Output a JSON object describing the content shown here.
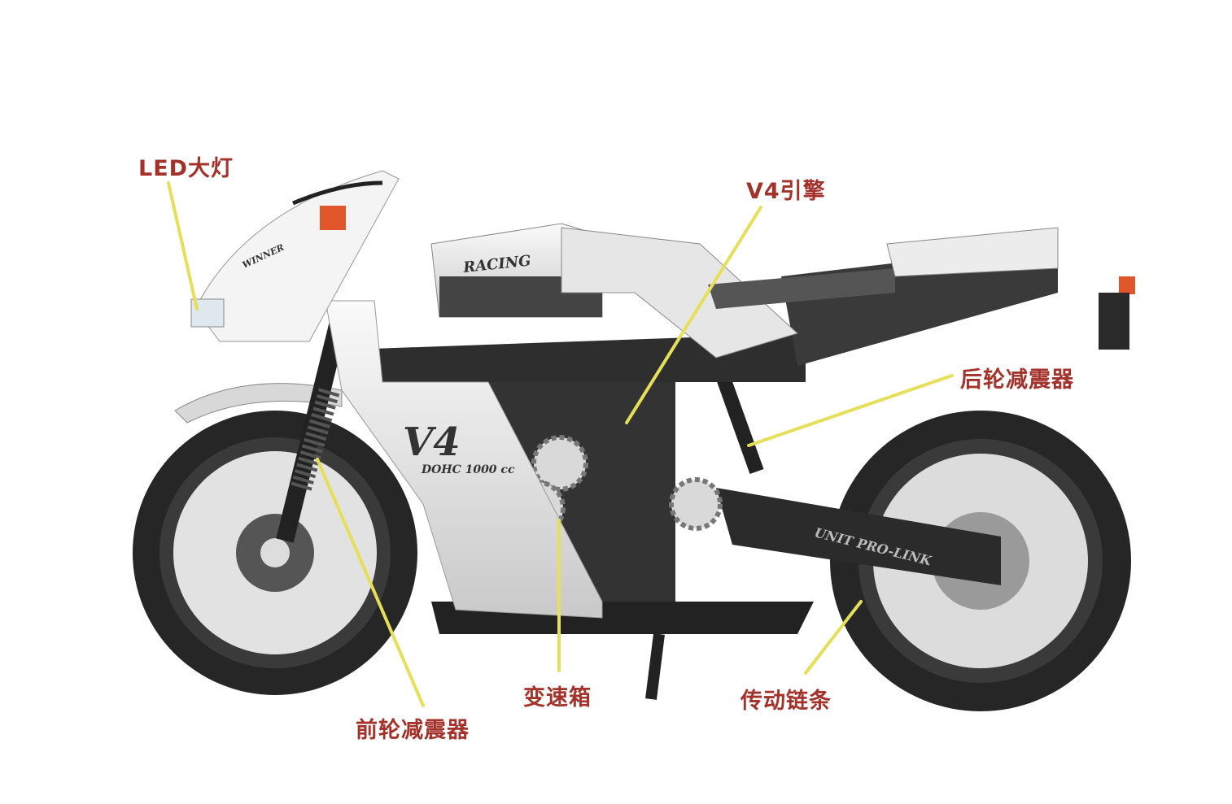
{
  "labels": {
    "led_headlight": "LED大灯",
    "v4_engine": "V4引擎",
    "rear_shock": "后轮减震器",
    "front_shock": "前轮减震器",
    "gearbox": "变速箱",
    "drive_chain": "传动链条"
  },
  "bike_markings": {
    "tank": "RACING",
    "fairing_model": "V4",
    "fairing_spec": "DOHC  1000 cc",
    "swingarm": "UNIT PRO-LINK",
    "windscreen": "WINNER"
  },
  "colors": {
    "label": "#a3322b",
    "leader_line": "#e6df5a",
    "body_white": "#f2f2f2",
    "frame_dark": "#2a2a2a",
    "accent_orange": "#e0552a"
  }
}
